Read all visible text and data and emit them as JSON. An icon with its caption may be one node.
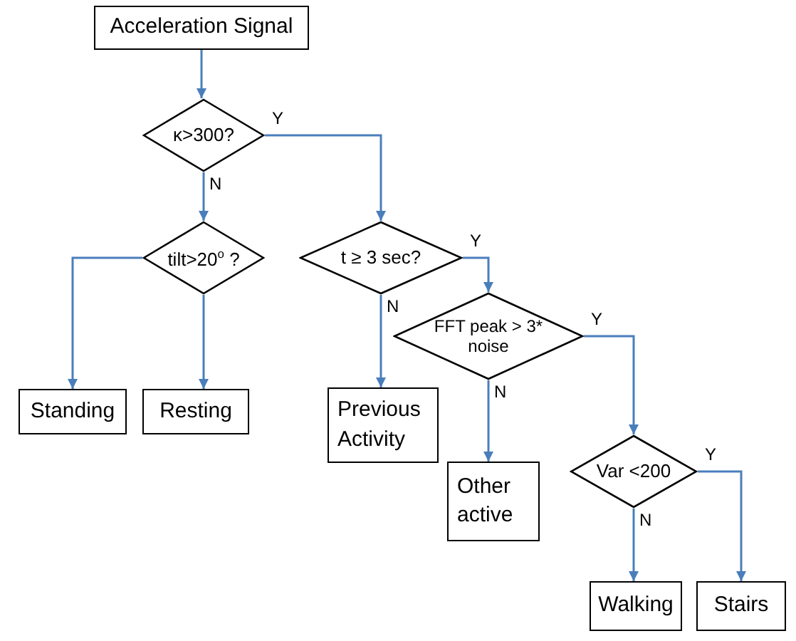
{
  "diagram": {
    "nodes": [
      {
        "text": [
          "Acceleration Signal"
        ]
      },
      {
        "text": [
          "κ>300?"
        ]
      },
      {
        "text": [
          "tilt>20$^{o}$ ?"
        ]
      },
      {
        "text": [
          "t ≥ 3 sec?"
        ]
      },
      {
        "text": [
          "FFT peak > 3* noise"
        ]
      },
      {
        "text": [
          "Standing"
        ]
      },
      {
        "text": [
          "Resting"
        ]
      },
      {
        "text": [
          "Previous Activity"
        ]
      },
      {
        "text": [
          "Other active"
        ]
      },
      {
        "text": [
          "Var <200"
        ]
      },
      {
        "text": [
          "Walking"
        ]
      },
      {
        "text": [
          "Stairs"
        ]
      }
    ],
    "edges": [
      {
        "from": 0,
        "to": 1,
        "arrow": "to"
      },
      {
        "from": 1,
        "to": 2,
        "arrow": "to",
        "label": "N"
      },
      {
        "from": 1,
        "to": 3,
        "arrow": "to",
        "label": "Y"
      },
      {
        "from": 2,
        "to": 5,
        "arrow": "to"
      },
      {
        "from": 2,
        "to": 6,
        "arrow": "to"
      },
      {
        "from": 3,
        "to": 7,
        "arrow": "to",
        "label": "N"
      },
      {
        "from": 3,
        "to": 4,
        "arrow": "to",
        "label": "Y"
      },
      {
        "from": 4,
        "to": 8,
        "arrow": "to",
        "label": "N"
      },
      {
        "from": 4,
        "to": 9,
        "arrow": "to",
        "label": "Y"
      },
      {
        "from": 9,
        "to": 10,
        "arrow": "to",
        "label": "N"
      },
      {
        "from": 9,
        "to": 11,
        "arrow": "to",
        "label": "Y"
      }
    ]
  }
}
